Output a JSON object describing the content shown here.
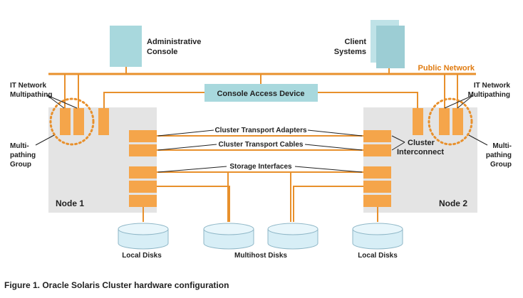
{
  "colors": {
    "orange": "#f5a54a",
    "orange_line": "#e8902c",
    "teal": "#a8d8dd",
    "node_gray": "#e4e4e4",
    "disk": "#d7eef6",
    "text": "#222222",
    "accent_text": "#e07b10"
  },
  "labels": {
    "admin_console_line1": "Administrative",
    "admin_console_line2": "Console",
    "client_line1": "Client",
    "client_line2": "Systems",
    "public_network": "Public Network",
    "console_access_device": "Console Access Device",
    "it_mp_left_line1": "IT Network",
    "it_mp_left_line2": "Multipathing",
    "it_mp_right_line1": "IT Network",
    "it_mp_right_line2": "Multipathing",
    "mp_group_left_line1": "Multi-",
    "mp_group_left_line2": "pathing",
    "mp_group_left_line3": "Group",
    "mp_group_right_line1": "Multi-",
    "mp_group_right_line2": "pathing",
    "mp_group_right_line3": "Group",
    "cluster_transport_adapters": "Cluster Transport Adapters",
    "cluster_transport_cables": "Cluster Transport Cables",
    "cluster_interconnect_line1": "Cluster",
    "cluster_interconnect_line2": "Interconnect",
    "storage_interfaces": "Storage Interfaces",
    "node1": "Node 1",
    "node2": "Node 2",
    "local_disks_left": "Local Disks",
    "multihost_disks": "Multihost Disks",
    "local_disks_right": "Local Disks"
  },
  "caption": "Figure 1. Oracle Solaris Cluster hardware configuration"
}
